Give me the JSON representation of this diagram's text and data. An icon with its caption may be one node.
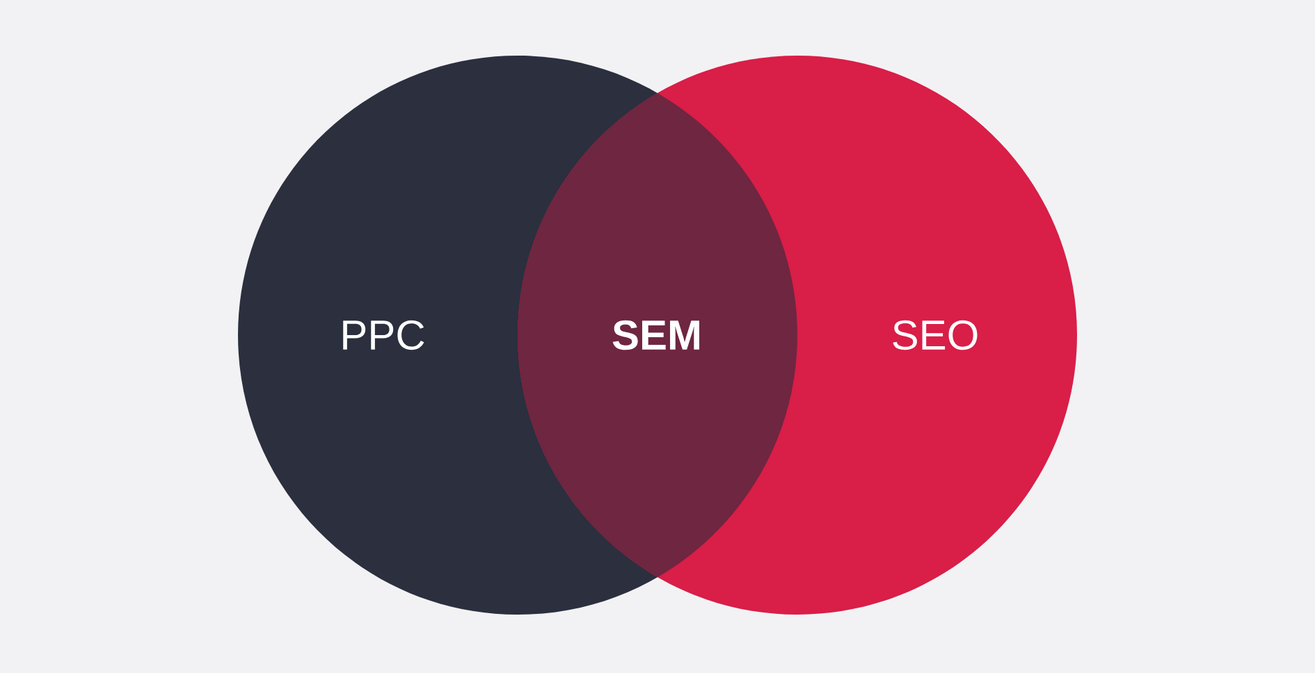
{
  "diagram": {
    "nodes": [
      {
        "text": [
          "PPC"
        ]
      },
      {
        "text": [
          "SEM"
        ]
      },
      {
        "text": [
          "SEO"
        ]
      }
    ]
  }
}
